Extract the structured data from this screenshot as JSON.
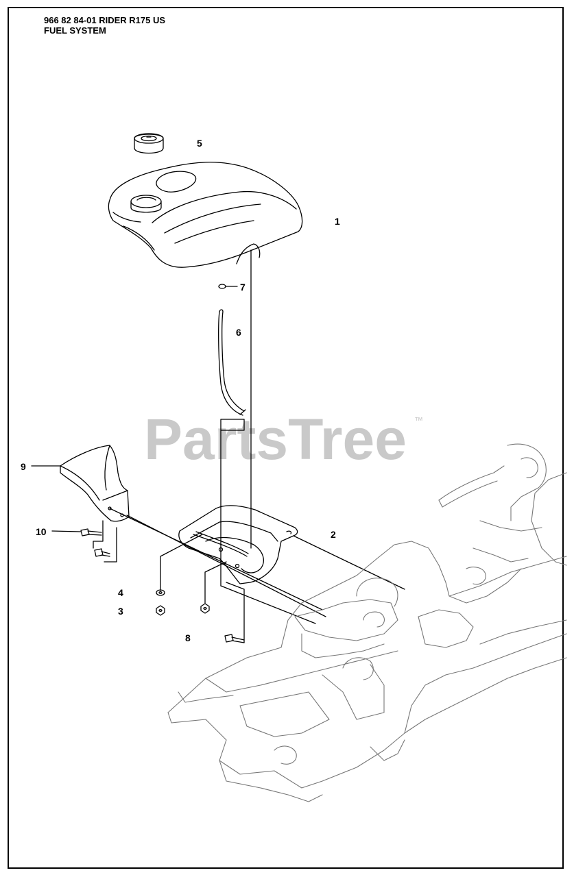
{
  "header": {
    "model_line": "966 82 84-01 RIDER R175 US",
    "section": "FUEL SYSTEM"
  },
  "watermark": {
    "text": "PartsTree",
    "trademark": "™",
    "color": "#c9c9c9"
  },
  "callouts": {
    "c1": "1",
    "c2": "2",
    "c3": "3",
    "c4": "4",
    "c5": "5",
    "c6": "6",
    "c7": "7",
    "c8": "8",
    "c9": "9",
    "c10": "10"
  }
}
